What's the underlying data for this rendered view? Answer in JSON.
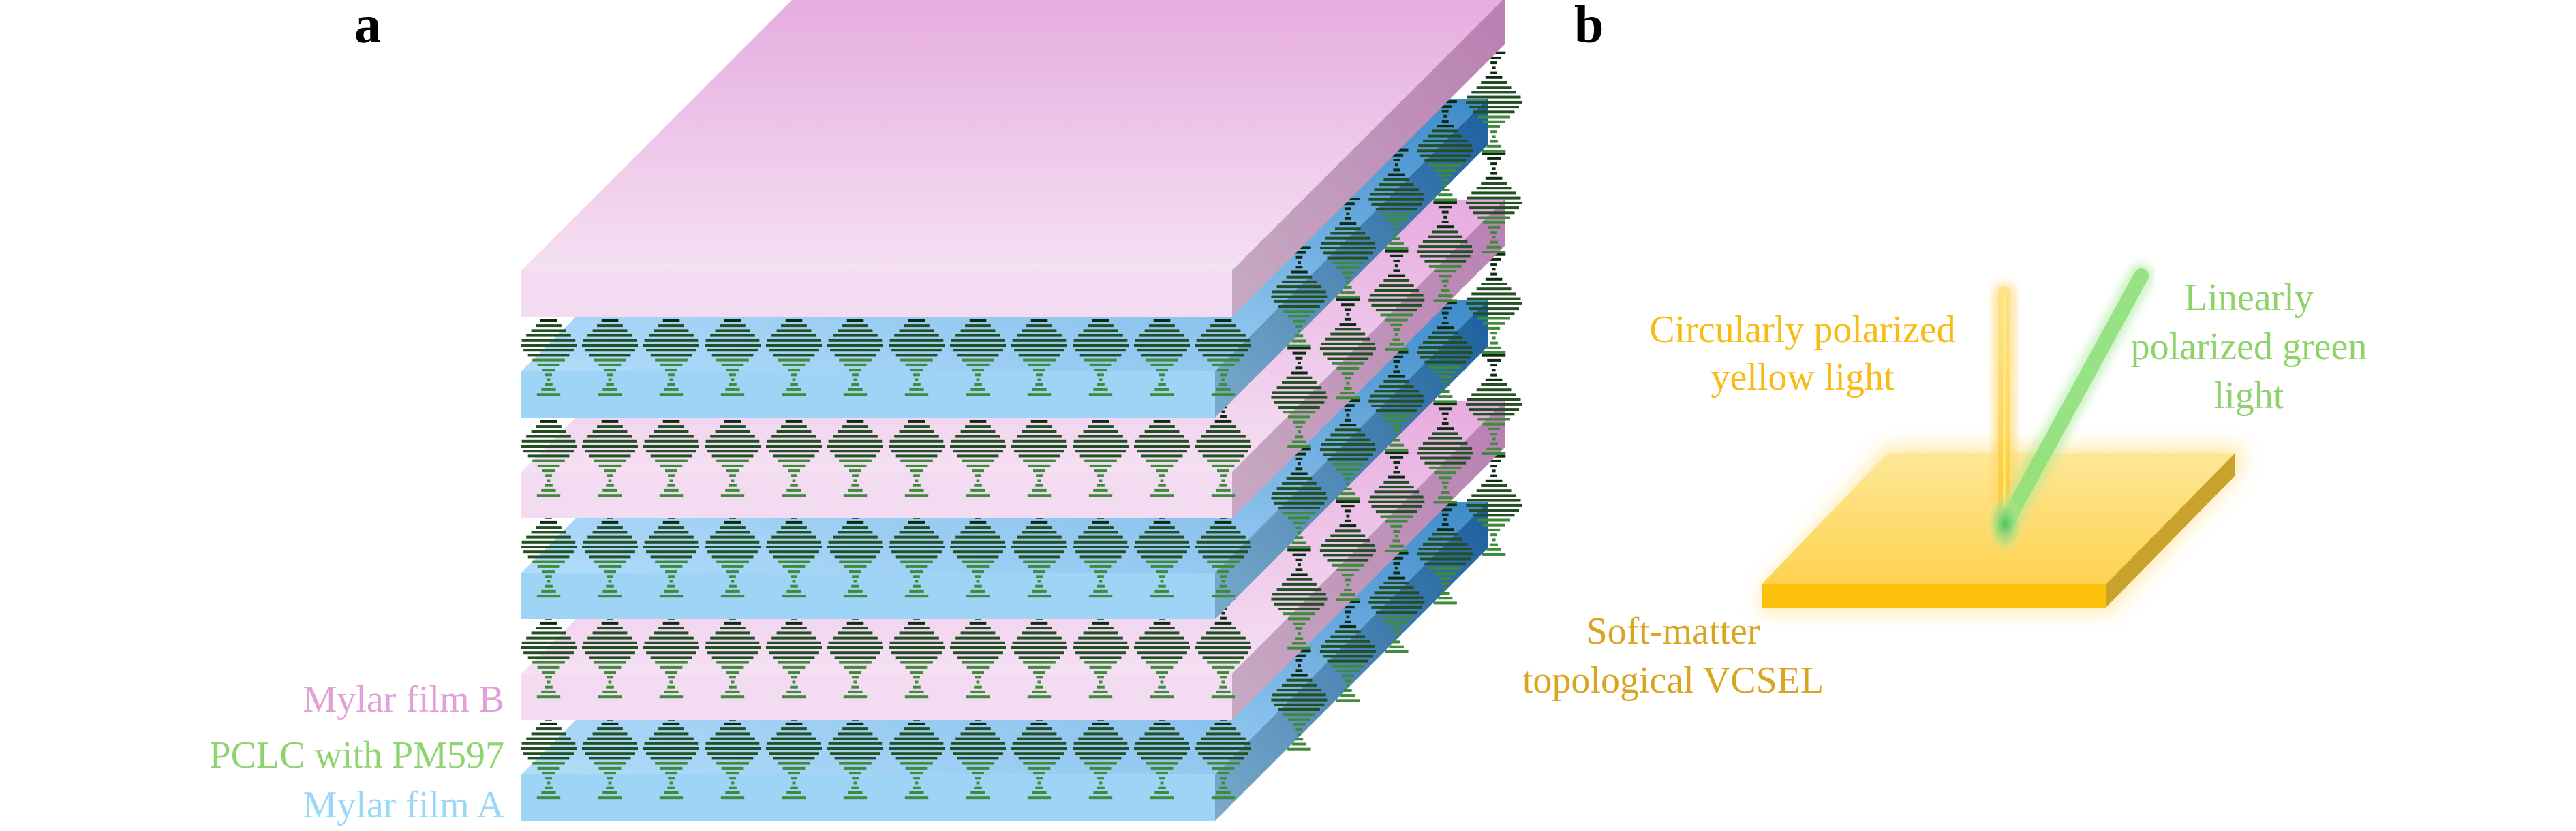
{
  "panels": {
    "a": {
      "letter": "a",
      "labels": {
        "mylar_b": "Mylar film B",
        "pclc": "PCLC with PM597",
        "mylar_a": "Mylar film A"
      },
      "label_colors": {
        "mylar_b": "#e3a0d8",
        "pclc": "#8fd473",
        "mylar_a": "#9ad8f5"
      },
      "layers_bottom_to_top": [
        "A",
        "B",
        "A",
        "B",
        "A",
        "B"
      ],
      "molecules_per_row": 12,
      "colors": {
        "A_front": "#9ed5f7",
        "A_top_far": "#3d8ac9",
        "A_top_near": "#aad8f7",
        "A_side_far": "#1c5f9e",
        "A_side_near": "#7aaacb",
        "B_front": "#f3dcf2",
        "B_top_far": "#e6acdf",
        "B_top_near": "#f3dcf2",
        "B_side": "#c08ab4",
        "molecule_dark": "#0d2b12",
        "molecule_mid": "#234f25",
        "molecule_light": "#3f8a3c"
      }
    },
    "b": {
      "letter": "b",
      "labels": {
        "yellow_line1": "Circularly polarized",
        "yellow_line2": "yellow light",
        "green_line1": "Linearly",
        "green_line2": "polarized green",
        "green_line3": "light",
        "device_line1": "Soft-matter",
        "device_line2": "topological VCSEL"
      },
      "colors": {
        "yellow_text": "#f7bb13",
        "green_text": "#8fd26a",
        "device_text": "#d9a520",
        "slab_top": "#fed66a",
        "slab_front": "#fdc10c",
        "slab_side": "#c9a22e",
        "yellow_beam": "#ffd766",
        "green_beam": "#8ee079"
      }
    }
  }
}
